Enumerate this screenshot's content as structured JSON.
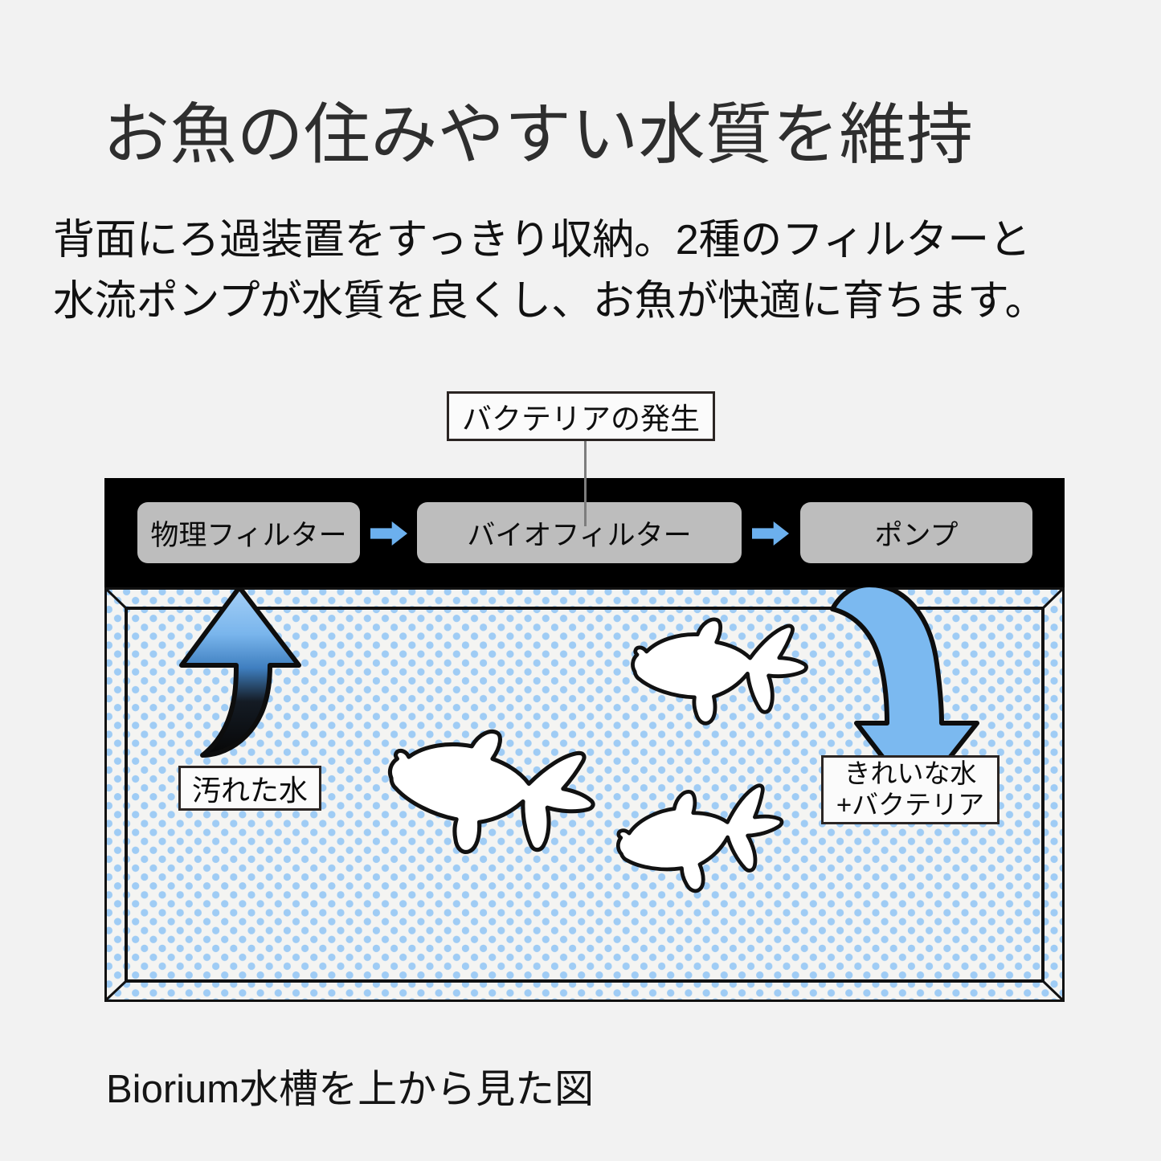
{
  "page": {
    "background_color": "#f2f2f2"
  },
  "headline": {
    "text": "お魚の住みやすい水質を維持"
  },
  "subhead": {
    "line1": "背面にろ過装置をすっきり収納。2種のフィルターと",
    "line2": "水流ポンプが水質を良くし、お魚が快適に育ちます。"
  },
  "diagram": {
    "callout": {
      "bacteria_label": "バクテリアの発生"
    },
    "filter_bar": {
      "background_color": "#000000",
      "boxes": [
        {
          "label": "物理フィルター",
          "color": "#bdbdbd"
        },
        {
          "label": "バイオフィルター",
          "color": "#bdbdbd"
        },
        {
          "label": "ポンプ",
          "color": "#bdbdbd"
        }
      ],
      "arrow_color": "#6cb0ee"
    },
    "tank": {
      "water_dot_color": "#9fccf5",
      "water_base_color": "#f4f4f2",
      "outline_color": "#111111",
      "labels": {
        "dirty_water": "汚れた水",
        "clean_water_line1": "きれいな水",
        "clean_water_line2": "+バクテリア"
      },
      "flow_in_arrow": {
        "name": "dirty-water-intake-arrow",
        "direction": "up",
        "gradient_from": "#0d0d0d",
        "gradient_to": "#8dc3f2"
      },
      "flow_out_arrow": {
        "name": "clean-water-outflow-arrow",
        "direction": "down",
        "color": "#7bb9f0"
      },
      "fish_count": 3,
      "fish_fill": "#ffffff",
      "fish_outline": "#111111"
    }
  },
  "caption": {
    "text": "Biorium水槽を上から見た図"
  }
}
